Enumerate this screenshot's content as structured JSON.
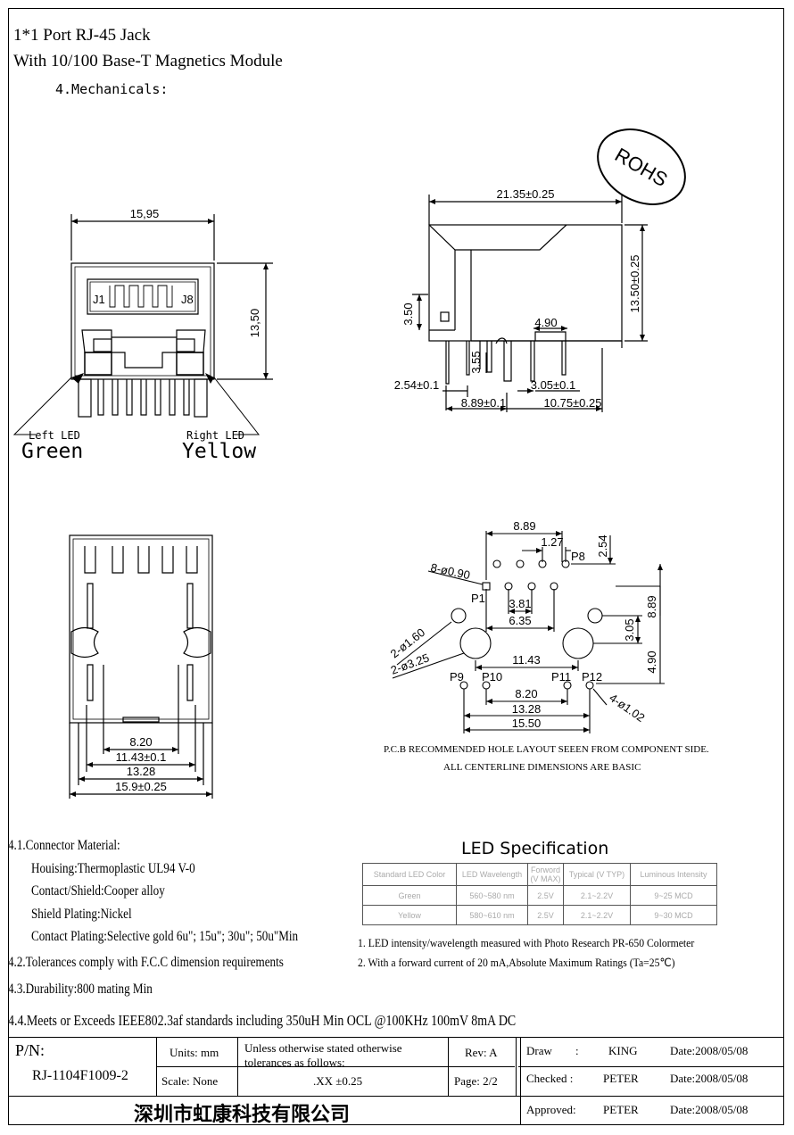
{
  "header": {
    "title_line1": "1*1 Port RJ-45 Jack",
    "title_line2": "With 10/100 Base-T Magnetics Module",
    "section": "4.Mechanicals:"
  },
  "rohs_stamp": "ROHS",
  "front_view": {
    "width_dim": "15,95",
    "height_dim": "13,50",
    "pin_left": "J1",
    "pin_right": "J8",
    "left_led_label": "Left LED",
    "left_led_color": "Green",
    "right_led_label": "Right LED",
    "right_led_color": "Yellow"
  },
  "side_view": {
    "length_dim": "21.35±0.25",
    "height_dim": "13.50±0.25",
    "dim_350": "3.50",
    "dim_490": "4.90",
    "dim_355": "3.55",
    "dim_254": "2.54±0.1",
    "dim_305": "3.05±0.1",
    "dim_889": "8.89±0.1",
    "dim_1075": "10.75±0.25"
  },
  "bottom_view": {
    "dim_820": "8.20",
    "dim_1143": "11.43±0.1",
    "dim_1328": "13.28",
    "dim_159": "15.9±0.25"
  },
  "pcb_layout": {
    "dim_889_top": "8.89",
    "dim_127": "1.27",
    "dim_254": "2.54",
    "label_p8": "P8",
    "label_holes8": "8-ø0.90",
    "label_p1": "P1",
    "dim_381": "3.81",
    "dim_635": "6.35",
    "dim_889_right": "8.89",
    "dim_305": "3.05",
    "label_160": "2-ø1.60",
    "label_325": "2-ø3.25",
    "dim_1143": "11.43",
    "dim_490": "4.90",
    "label_p9": "P9",
    "label_p10": "P10",
    "label_p11": "P11",
    "label_p12": "P12",
    "label_102": "4-ø1.02",
    "dim_820": "8.20",
    "dim_1328": "13.28",
    "dim_1550": "15.50",
    "note1": "P.C.B RECOMMENDED HOLE LAYOUT SEEEN FROM COMPONENT SIDE.",
    "note2": "ALL CENTERLINE DIMENSIONS ARE BASIC"
  },
  "specs": {
    "s41": "4.1.Connector Material:",
    "housing": "Houising:Thermoplastic UL94 V-0",
    "contact": "Contact/Shield:Cooper alloy",
    "plating": "Shield Plating:Nickel",
    "contact_plating": "Contact Plating:Selective gold 6u\"; 15u\"; 30u\"; 50u\"Min",
    "s42": "4.2.Tolerances comply with F.C.C dimension requirements",
    "s43": "4.3.Durability:800 mating Min",
    "s44": "4.4.Meets or Exceeds IEEE802.3af standards including 350uH Min OCL @100KHz 100mV 8mA DC"
  },
  "led_spec": {
    "title": "LED Specification",
    "headers": [
      "Standard LED Color",
      "LED Wavelength",
      "Forword (V MAX)",
      "Typical (V TYP)",
      "Luminous Intensity"
    ],
    "rows": [
      [
        "Green",
        "560~580 nm",
        "2.5V",
        "2.1~2.2V",
        "9~25 MCD"
      ],
      [
        "Yellow",
        "580~610 nm",
        "2.5V",
        "2.1~2.2V",
        "9~30 MCD"
      ]
    ],
    "note1": "1. LED intensity/wavelength measured with Photo Research PR-650 Colormeter",
    "note2": "2. With a forward current of 20 mA,Absolute Maximum Ratings (Ta=25℃)"
  },
  "title_block": {
    "pn_label": "P/N:",
    "pn_value": "RJ-1104F1009-2",
    "units": "Units: mm",
    "scale": "Scale: None",
    "tol_text1": "Unless otherwise stated otherwise",
    "tol_text2": "tolerances as follows:",
    "tol_value": ".XX ±0.25",
    "rev": "Rev: A",
    "page": "Page: 2/2",
    "draw_label": "Draw",
    "draw_colon": ":",
    "draw_name": "KING",
    "draw_date": "Date:2008/05/08",
    "checked_label": "Checked :",
    "checked_name": "PETER",
    "checked_date": "Date:2008/05/08",
    "approved_label": "Approved:",
    "approved_name": "PETER",
    "approved_date": "Date:2008/05/08",
    "company": "深圳市虹康科技有限公司"
  }
}
